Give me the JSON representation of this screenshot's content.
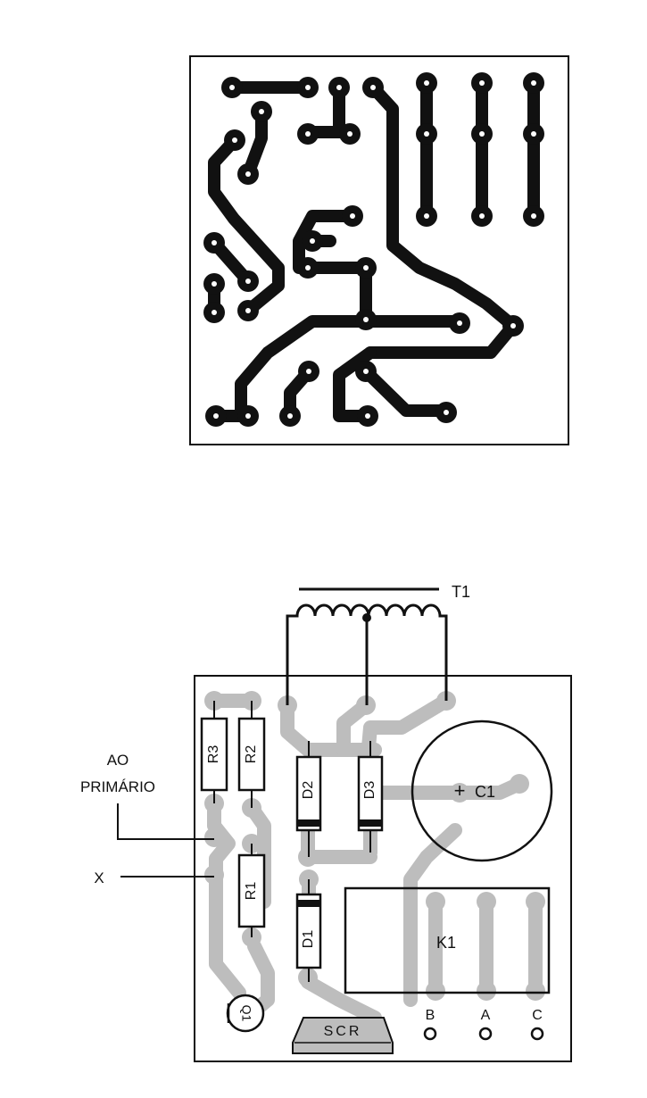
{
  "layout_labels": {
    "transformer": "T1",
    "ao_line1": "AO",
    "ao_line2": "PRIMÁRIO",
    "x_label": "X"
  },
  "components": {
    "r3": "R3",
    "r2": "R2",
    "r1": "R1",
    "d2": "D2",
    "d3": "D3",
    "d1": "D1",
    "c1": "C1",
    "c1_polarity": "+",
    "k1": "K1",
    "q1": "Q1",
    "scr": "SCR"
  },
  "terminals": {
    "b": "B",
    "a": "A",
    "c": "C"
  },
  "colors": {
    "copper_trace": "#111111",
    "overlay_trace": "#bdbdbd",
    "outline": "#111111",
    "background": "#ffffff"
  }
}
